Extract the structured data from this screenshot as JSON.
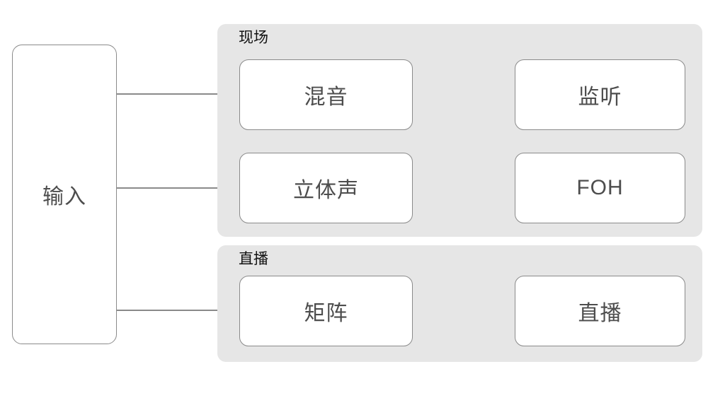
{
  "diagram": {
    "type": "flow-diagram",
    "colors": {
      "background": "#ffffff",
      "group_fill": "#e6e6e6",
      "node_fill": "#ffffff",
      "node_border": "#8a8a8a",
      "edge_stroke": "#8a8a8a",
      "node_text": "#4d4d4d",
      "group_text": "#111111"
    },
    "source": {
      "id": "input",
      "label": "输入"
    },
    "groups": [
      {
        "id": "live",
        "label": "现场",
        "rows": [
          {
            "id": "row-mix",
            "left": {
              "id": "mix",
              "label": "混音"
            },
            "right": {
              "id": "monitor",
              "label": "监听"
            }
          },
          {
            "id": "row-stereo",
            "left": {
              "id": "stereo",
              "label": "立体声"
            },
            "right": {
              "id": "foh",
              "label": "FOH"
            }
          }
        ]
      },
      {
        "id": "stream",
        "label": "直播",
        "rows": [
          {
            "id": "row-matrix",
            "left": {
              "id": "matrix",
              "label": "矩阵"
            },
            "right": {
              "id": "live",
              "label": "直播"
            }
          }
        ]
      }
    ],
    "edges": [
      {
        "id": "edge-input-mix",
        "from": "input",
        "to": "mix"
      },
      {
        "id": "edge-input-stereo",
        "from": "input",
        "to": "stereo"
      },
      {
        "id": "edge-input-matrix",
        "from": "input",
        "to": "matrix"
      },
      {
        "id": "edge-mix-monitor",
        "from": "mix",
        "to": "monitor"
      },
      {
        "id": "edge-stereo-foh",
        "from": "stereo",
        "to": "foh"
      },
      {
        "id": "edge-matrix-live",
        "from": "matrix",
        "to": "live"
      }
    ]
  }
}
